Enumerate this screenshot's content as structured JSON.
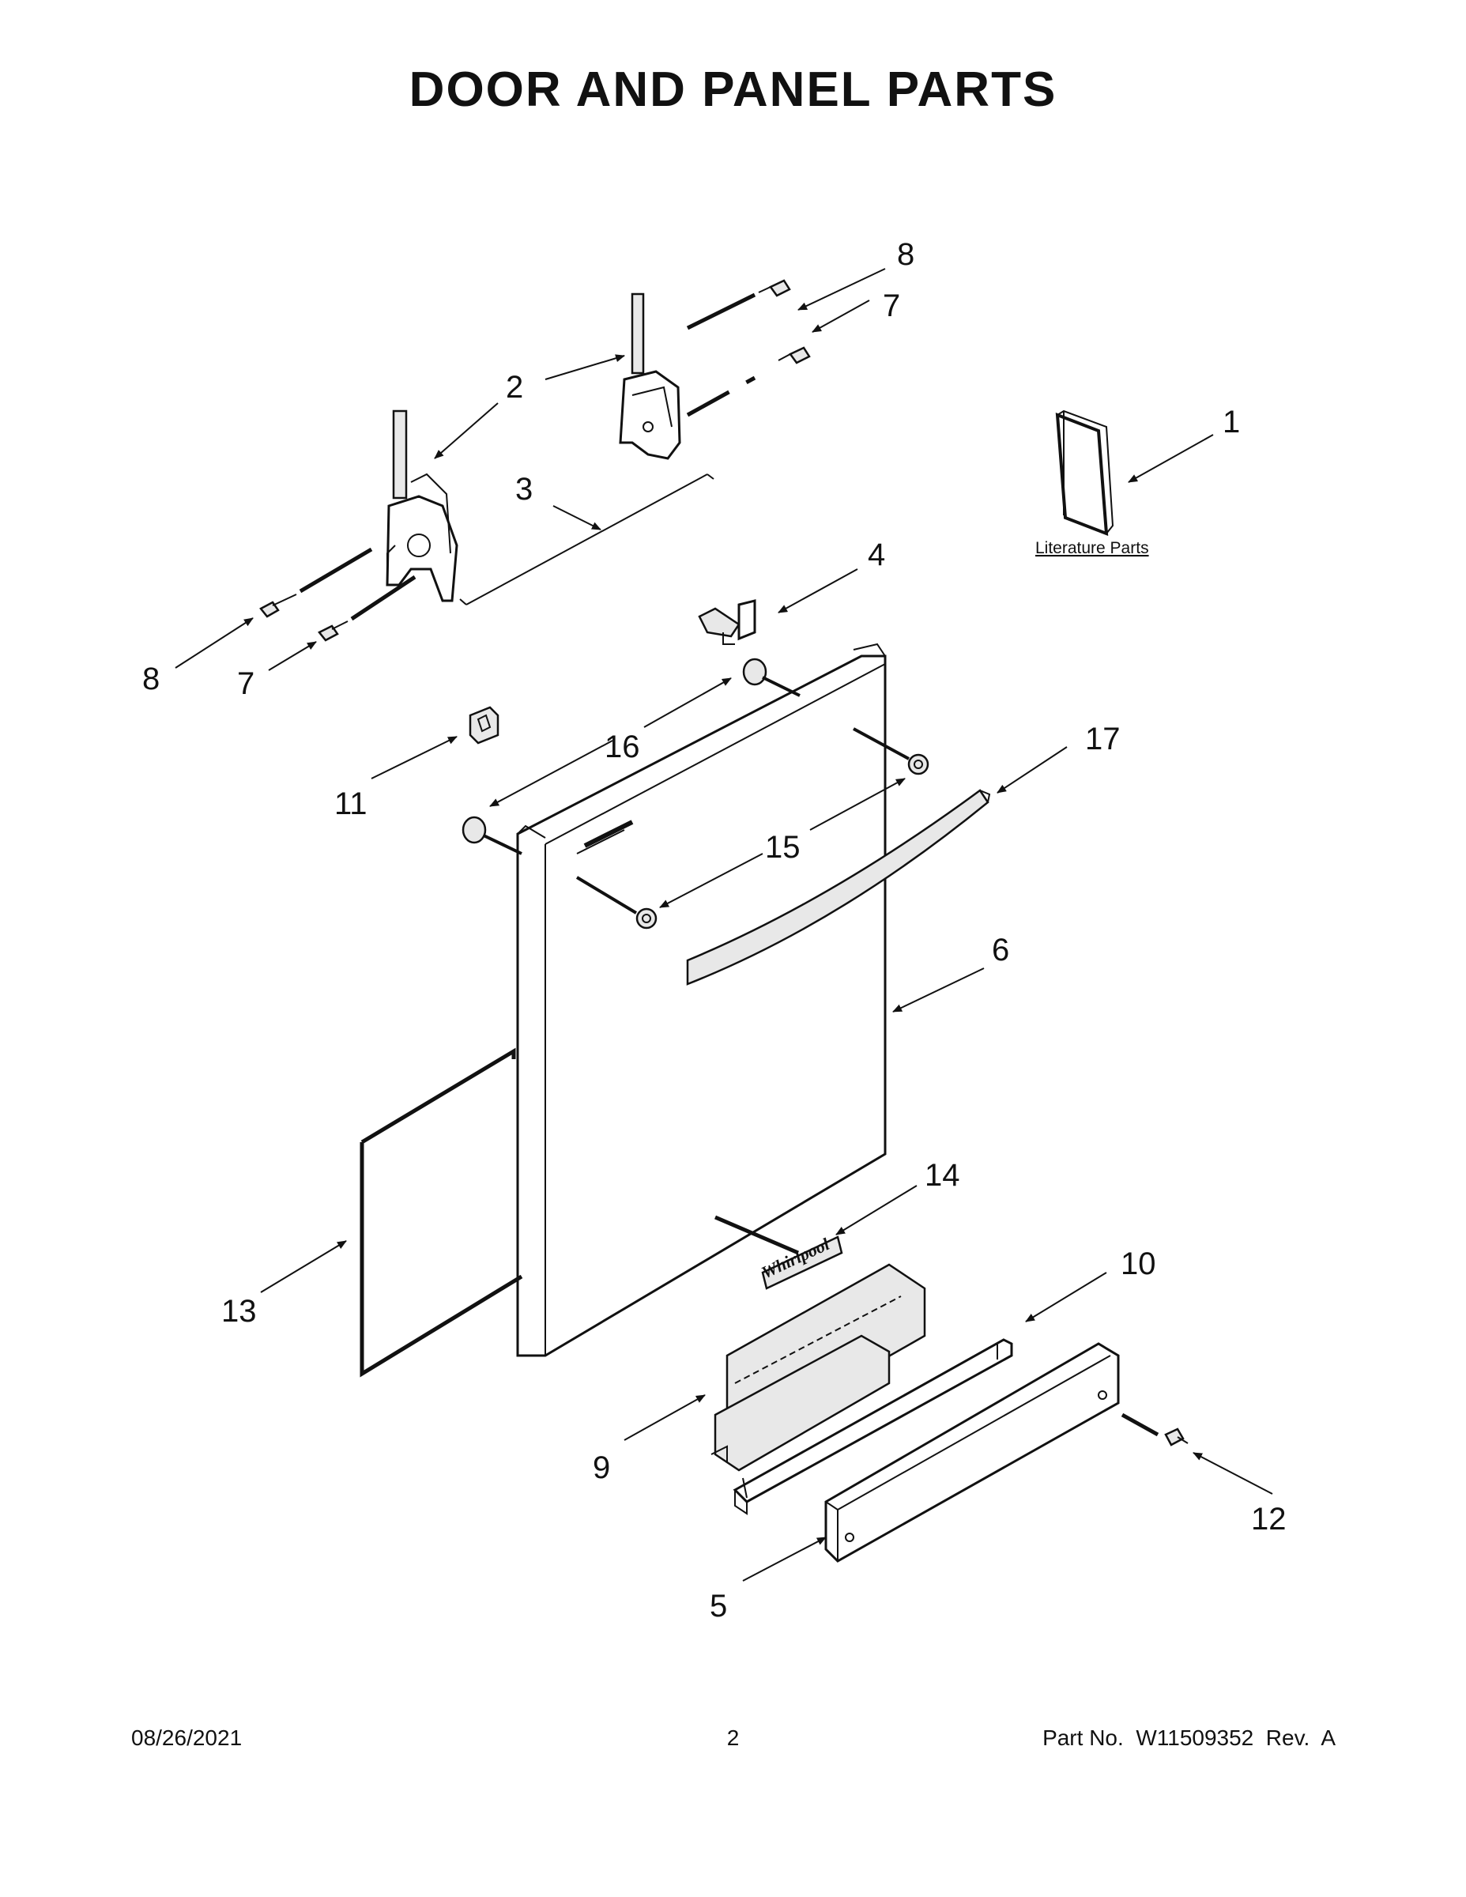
{
  "title": "DOOR AND PANEL PARTS",
  "callouts": [
    {
      "id": "1",
      "label": "1"
    },
    {
      "id": "2",
      "label": "2"
    },
    {
      "id": "3",
      "label": "3"
    },
    {
      "id": "4",
      "label": "4"
    },
    {
      "id": "5",
      "label": "5"
    },
    {
      "id": "6",
      "label": "6"
    },
    {
      "id": "7",
      "label": "7"
    },
    {
      "id": "8",
      "label": "8"
    },
    {
      "id": "9",
      "label": "9"
    },
    {
      "id": "10",
      "label": "10"
    },
    {
      "id": "11",
      "label": "11"
    },
    {
      "id": "12",
      "label": "12"
    },
    {
      "id": "13",
      "label": "13"
    },
    {
      "id": "14",
      "label": "14"
    },
    {
      "id": "15",
      "label": "15"
    },
    {
      "id": "16",
      "label": "16"
    },
    {
      "id": "17",
      "label": "17"
    }
  ],
  "literature_label": "Literature Parts",
  "brand_logo_text": "Whirlpool",
  "footer": {
    "date": "08/26/2021",
    "page": "2",
    "part_no": "Part No.  W11509352  Rev.  A"
  }
}
